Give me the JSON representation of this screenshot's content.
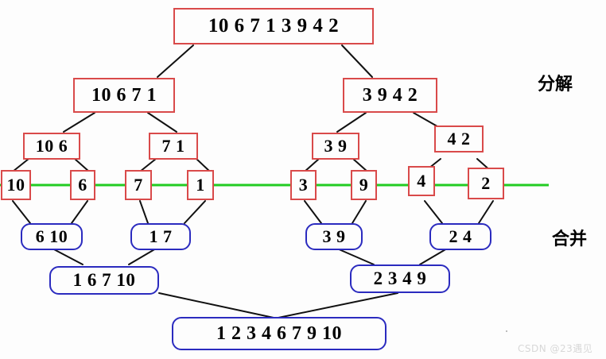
{
  "diagram": {
    "title_labels": {
      "divide": "分解",
      "merge": "合并"
    },
    "watermark": "CSDN @23遇见",
    "colors": {
      "split_box_border": "#d94a4a",
      "merge_box_border": "#2b2bbf",
      "connector": "#111111",
      "divider_line": "#22cc22",
      "text": "#000000",
      "background": "#fdfdfd"
    },
    "levels": {
      "divide": [
        {
          "values": "10 6 7 1 3 9 4 2"
        },
        {
          "values": "10 6 7 1"
        },
        {
          "values": "3 9 4 2"
        },
        {
          "values": "10 6"
        },
        {
          "values": "7 1"
        },
        {
          "values": "3 9"
        },
        {
          "values": "4 2"
        },
        {
          "values": "10"
        },
        {
          "values": "6"
        },
        {
          "values": "7"
        },
        {
          "values": "1"
        },
        {
          "values": "3"
        },
        {
          "values": "9"
        },
        {
          "values": "4"
        },
        {
          "values": "2"
        }
      ],
      "merge": [
        {
          "values": "6 10"
        },
        {
          "values": "1 7"
        },
        {
          "values": "3 9"
        },
        {
          "values": "2 4"
        },
        {
          "values": "1 6 7 10"
        },
        {
          "values": "2 3 4 9"
        },
        {
          "values": "1 2 3 4 6 7 9 10"
        }
      ]
    },
    "nodes": {
      "root": "10 6 7 1 3 9 4 2",
      "split_l": "10 6 7 1",
      "split_r": "3 9 4 2",
      "split_ll": "10 6",
      "split_lr": "7 1",
      "split_rl": "3 9",
      "split_rr": "4 2",
      "leaf_1": "10",
      "leaf_2": "6",
      "leaf_3": "7",
      "leaf_4": "1",
      "leaf_5": "3",
      "leaf_6": "9",
      "leaf_7": "4",
      "leaf_8": "2",
      "merge_ll": "6 10",
      "merge_lr": "1 7",
      "merge_rl": "3 9",
      "merge_rr": "2 4",
      "merge_l": "1 6 7 10",
      "merge_r": "2 3 4 9",
      "merge_root": "1 2 3 4 6 7 9 10"
    }
  }
}
